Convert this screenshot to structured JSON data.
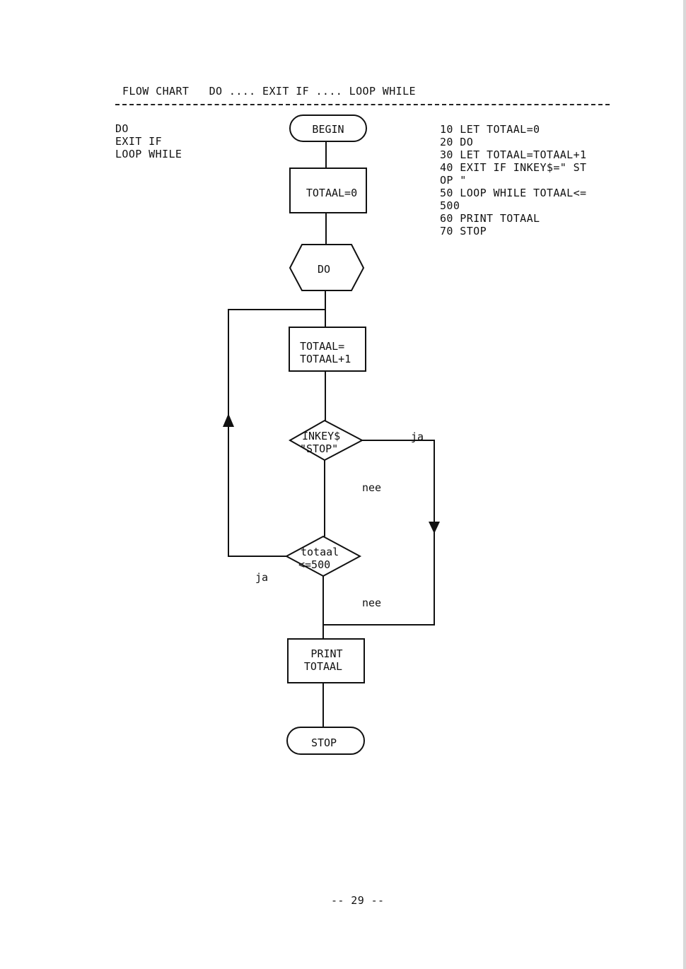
{
  "header": {
    "title": "FLOW CHART   DO .... EXIT IF .... LOOP WHILE"
  },
  "legend": [
    "DO",
    "EXIT IF",
    "LOOP WHILE"
  ],
  "program": [
    "10 LET TOTAAL=0",
    "20 DO",
    "30 LET TOTAAL=TOTAAL+1",
    "40 EXIT IF INKEY$=\" ST",
    "OP \"",
    "50 LOOP WHILE TOTAAL<=",
    "500",
    "60 PRINT TOTAAL",
    "70 STOP"
  ],
  "flowchart": {
    "begin": "BEGIN",
    "init": [
      "TOTAAL=0"
    ],
    "do": "DO",
    "increment": [
      "TOTAAL=",
      "TOTAAL+1"
    ],
    "exit_condition": [
      "INKEY$",
      "\"STOP\""
    ],
    "loop_condition": [
      "totaal",
      "<=500"
    ],
    "print": [
      "PRINT",
      "TOTAAL"
    ],
    "stop": "STOP",
    "labels": {
      "exit_yes": "ja",
      "exit_no": "nee",
      "loop_yes": "ja",
      "loop_no": "nee"
    }
  },
  "footer": {
    "page": "-- 29 --"
  }
}
